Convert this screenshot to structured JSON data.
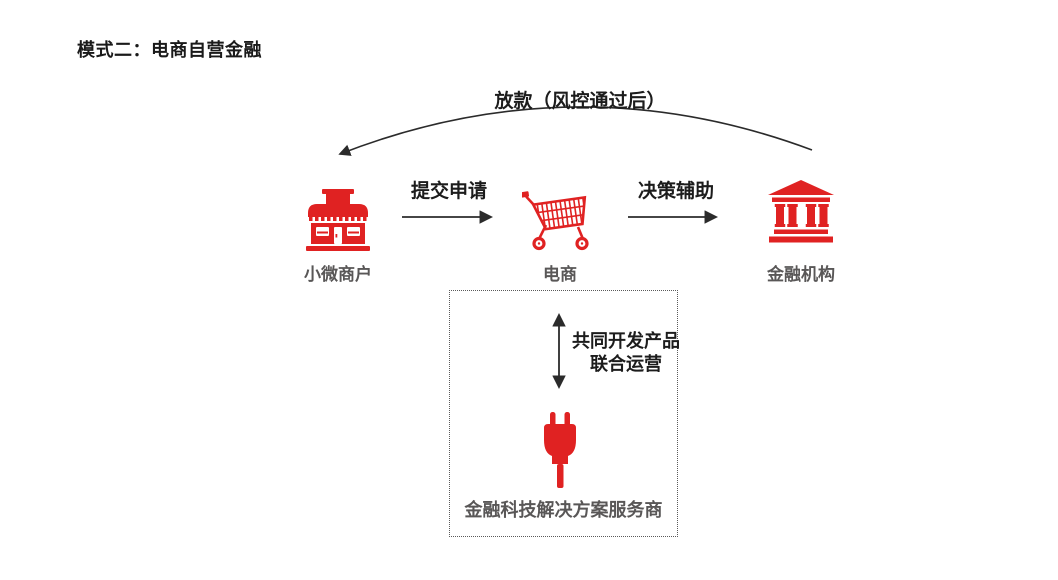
{
  "title": "模式二：电商自营金融",
  "colors": {
    "accent_red": "#E02222",
    "flow_text_black": "#1C1C1C",
    "entity_label_gray": "#595757",
    "arrow_line": "#2B2B2B",
    "background": "#FFFFFF"
  },
  "flow_labels": {
    "loan_arc": "放款（风控通过后）",
    "submit_application": "提交申请",
    "decision_support": "决策辅助",
    "co_develop_line1": "共同开发产品",
    "co_develop_line2": "联合运营"
  },
  "entities": {
    "merchant": {
      "label": "小微商户",
      "icon": "storefront-icon"
    },
    "ecommerce": {
      "label": "电商",
      "icon": "shopping-cart-icon"
    },
    "financial_institution": {
      "label": "金融机构",
      "icon": "bank-icon"
    },
    "fintech_provider": {
      "label": "金融科技解决方案服务商",
      "icon": "plug-icon"
    }
  }
}
